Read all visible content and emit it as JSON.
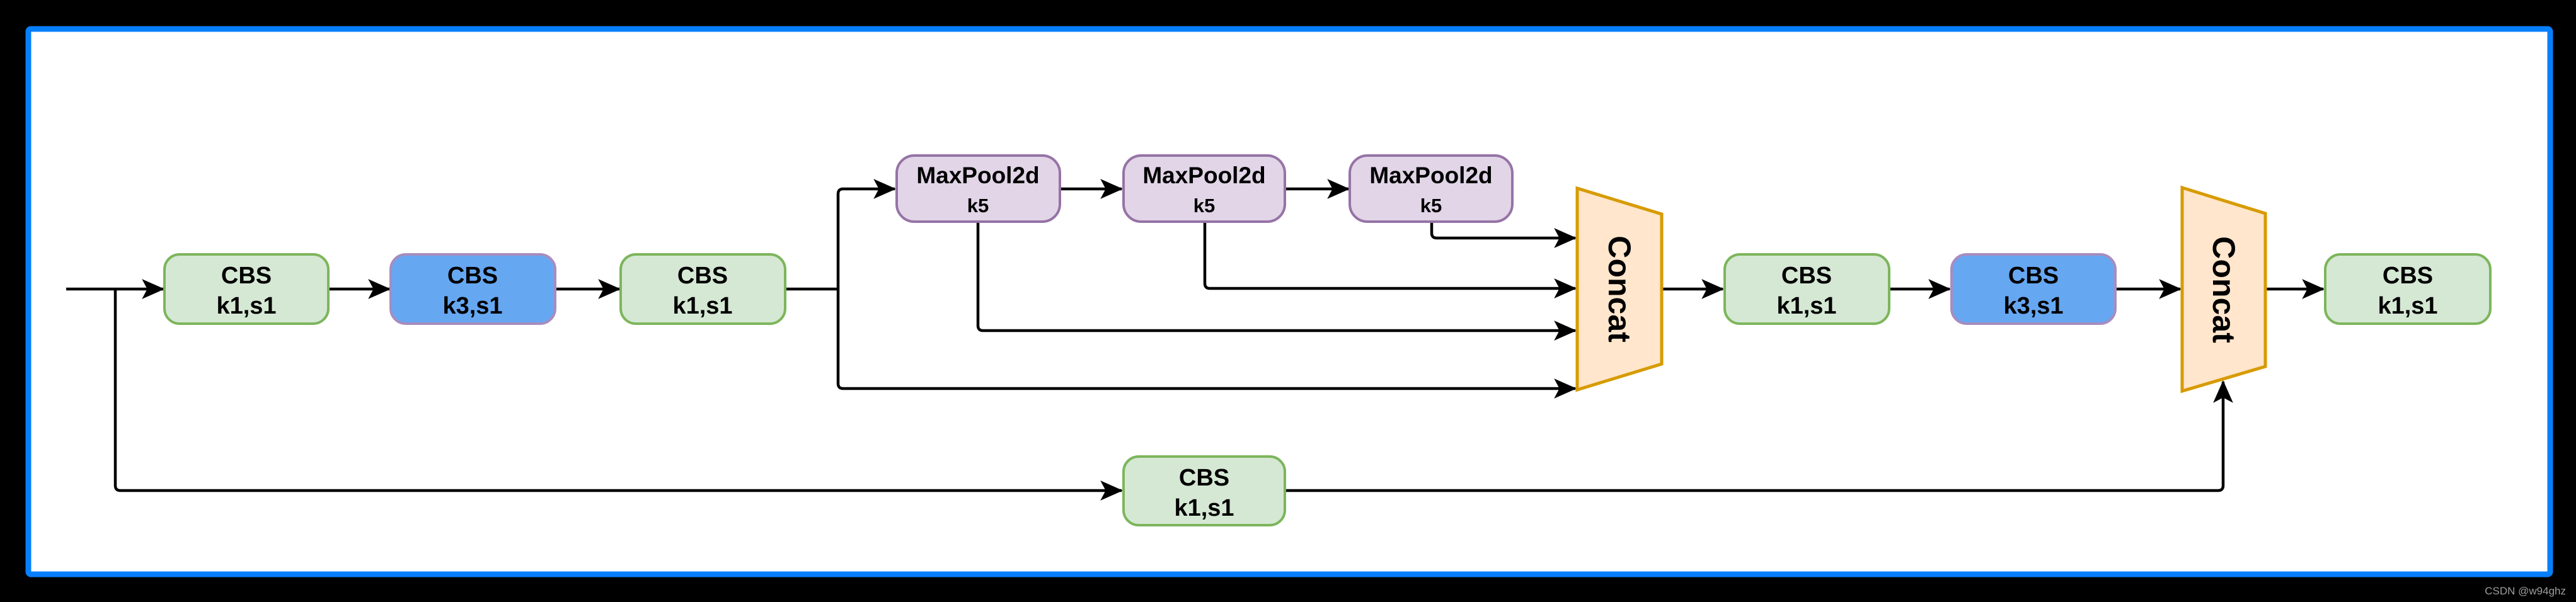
{
  "frame": {
    "background": "#000000",
    "border_color": "#077ffb",
    "fill": "#ffffff"
  },
  "colors": {
    "green_fill": "#d5e8d4",
    "green_border": "#7db55c",
    "blue_fill": "#66a7f2",
    "blue_border": "#a78cbf",
    "purple_fill": "#e1d5e7",
    "purple_border": "#9673a6",
    "concat_fill": "#ffe6cc",
    "concat_border": "#d79b00",
    "wire_color": "#000000",
    "label_color": "#000000"
  },
  "nodes": [
    {
      "id": "cbs-1",
      "label": "CBS",
      "sublabel": "k1,s1",
      "style": "green"
    },
    {
      "id": "cbs-2",
      "label": "CBS",
      "sublabel": "k3,s1",
      "style": "blue"
    },
    {
      "id": "cbs-3",
      "label": "CBS",
      "sublabel": "k1,s1",
      "style": "green"
    },
    {
      "id": "maxpool-1",
      "label": "MaxPool2d",
      "sublabel": "k5",
      "style": "purple"
    },
    {
      "id": "maxpool-2",
      "label": "MaxPool2d",
      "sublabel": "k5",
      "style": "purple"
    },
    {
      "id": "maxpool-3",
      "label": "MaxPool2d",
      "sublabel": "k5",
      "style": "purple"
    },
    {
      "id": "concat-1",
      "label": "Concat",
      "style": "orange"
    },
    {
      "id": "cbs-4",
      "label": "CBS",
      "sublabel": "k1,s1",
      "style": "green"
    },
    {
      "id": "cbs-5",
      "label": "CBS",
      "sublabel": "k3,s1",
      "style": "blue"
    },
    {
      "id": "concat-2",
      "label": "Concat",
      "style": "orange"
    },
    {
      "id": "cbs-6",
      "label": "CBS",
      "sublabel": "k1,s1",
      "style": "green"
    },
    {
      "id": "cbs-bypass",
      "label": "CBS",
      "sublabel": "k1,s1",
      "style": "green"
    }
  ],
  "watermark": {
    "text": "CSDN @w94ghz",
    "color": "#9e9e9e"
  }
}
